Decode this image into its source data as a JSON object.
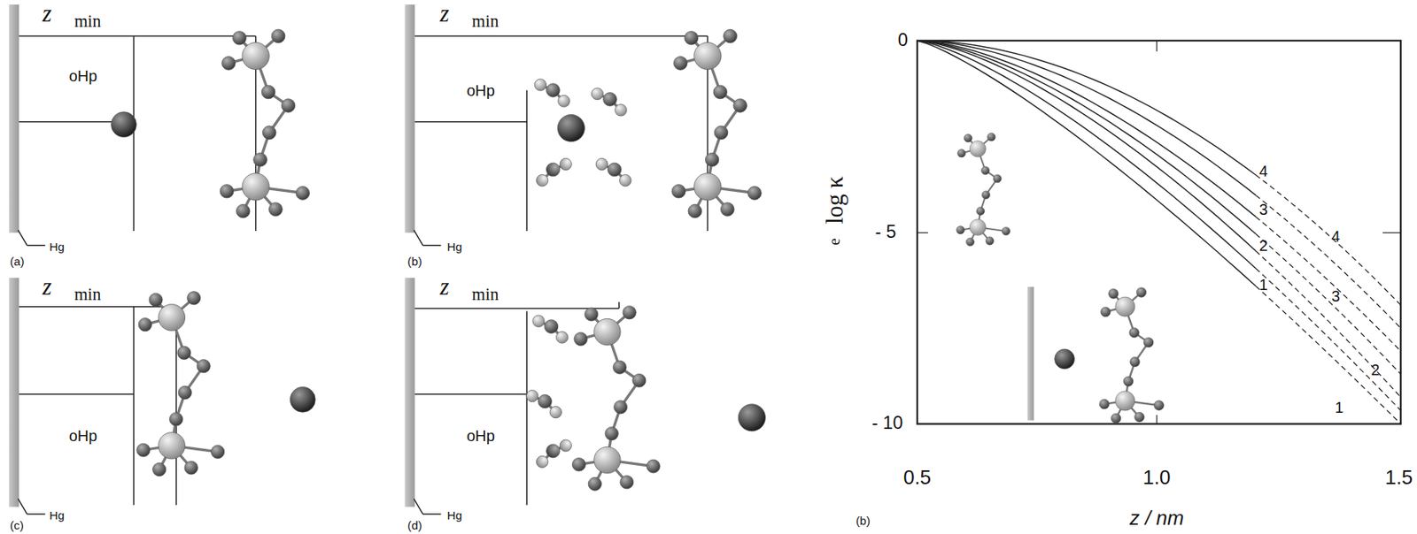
{
  "diagram": {
    "labels": [
      "z",
      "min",
      "oHp",
      "Hg",
      "(a)",
      "z",
      "min",
      "oHp",
      "Hg",
      "(b)",
      "z",
      "min",
      "oHp",
      "Hg",
      "(c)",
      "z",
      "min",
      "oHp",
      "Hg",
      "(d)",
      "0",
      "- 5",
      "- 10",
      "log κ",
      "e",
      "0.5",
      "1.0",
      "1.5",
      "z / nm",
      "4",
      "3",
      "2",
      "1",
      "4",
      "3",
      "2",
      "1",
      "(b)"
    ]
  }
}
